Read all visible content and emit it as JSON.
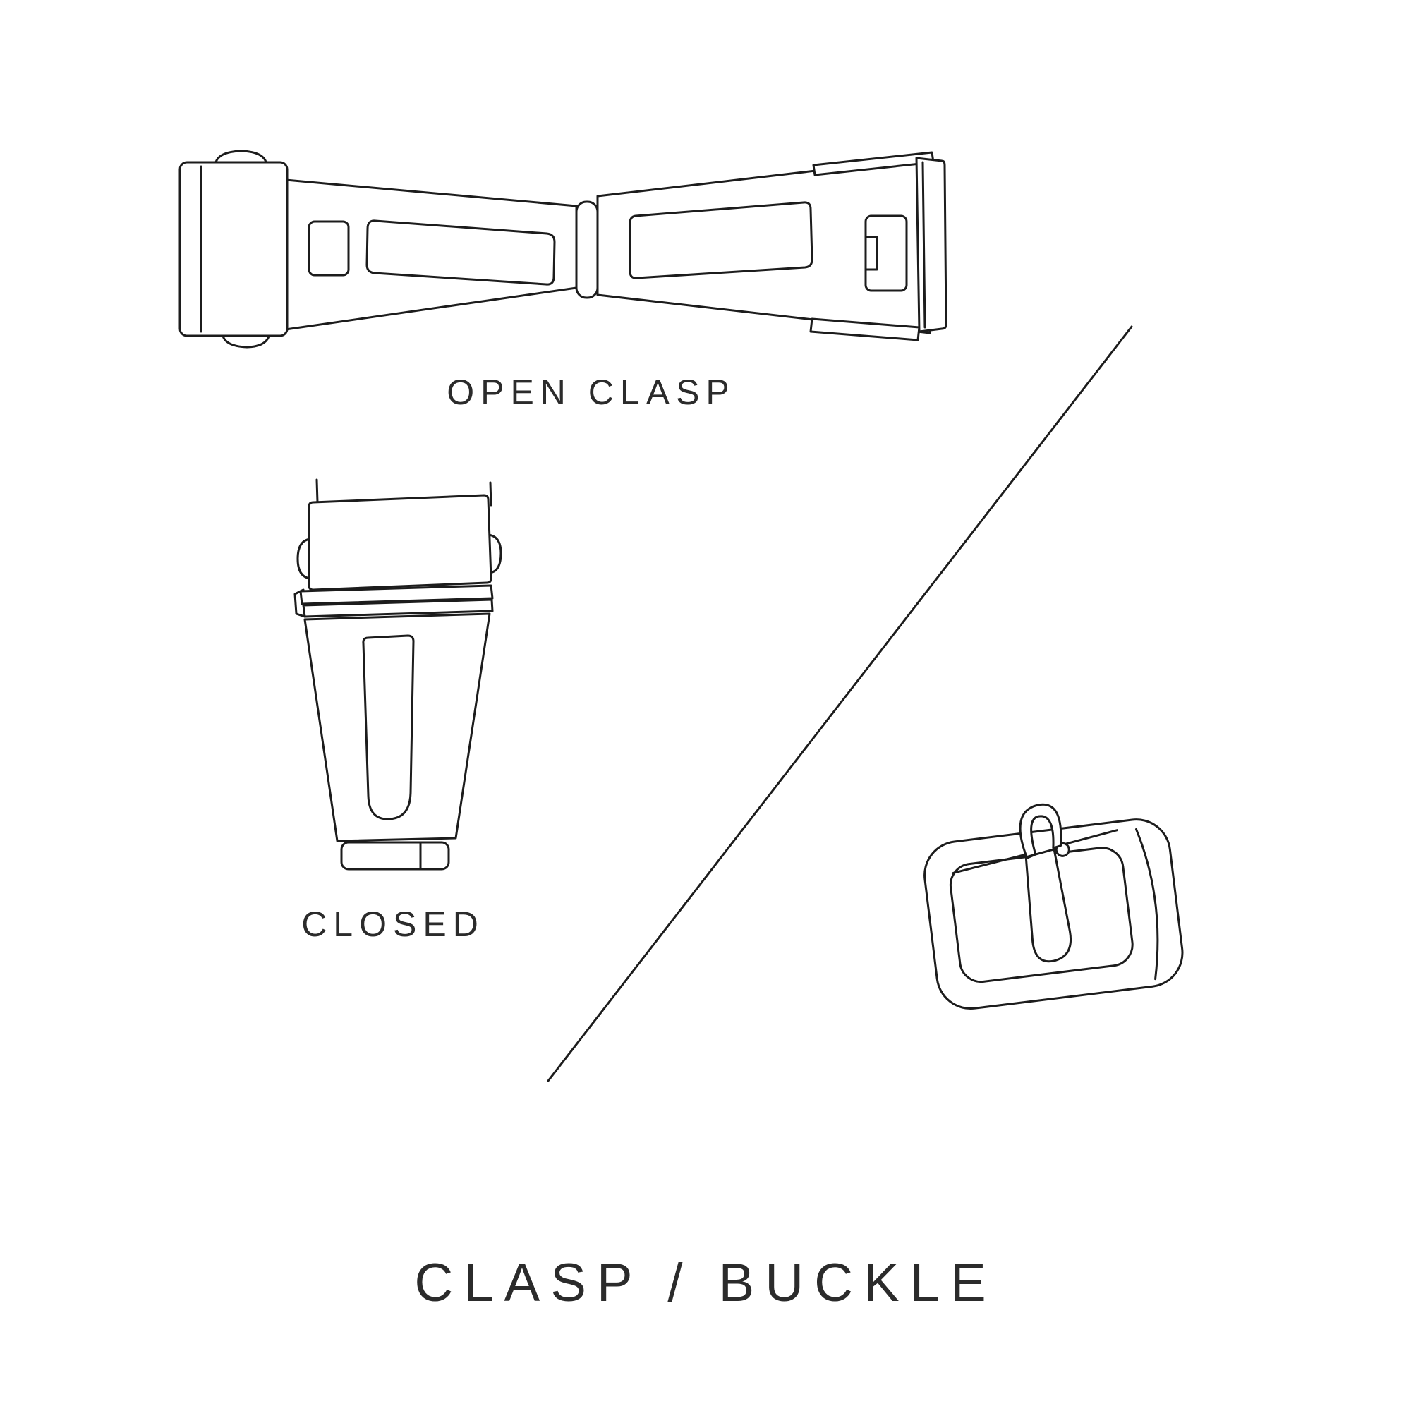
{
  "title": {
    "text": "CLASP / BUCKLE"
  },
  "labels": {
    "open_clasp": "OPEN CLASP",
    "closed": "CLOSED"
  },
  "illustrations": {
    "open_clasp": "open-deployant-clasp-line-drawing",
    "closed_clasp": "closed-deployant-clasp-line-drawing",
    "buckle": "tang-buckle-line-drawing",
    "divider": "diagonal-divider-line"
  },
  "colors": {
    "background": "#ffffff",
    "line": "#1c1c1c",
    "text": "#2b2b2b"
  }
}
